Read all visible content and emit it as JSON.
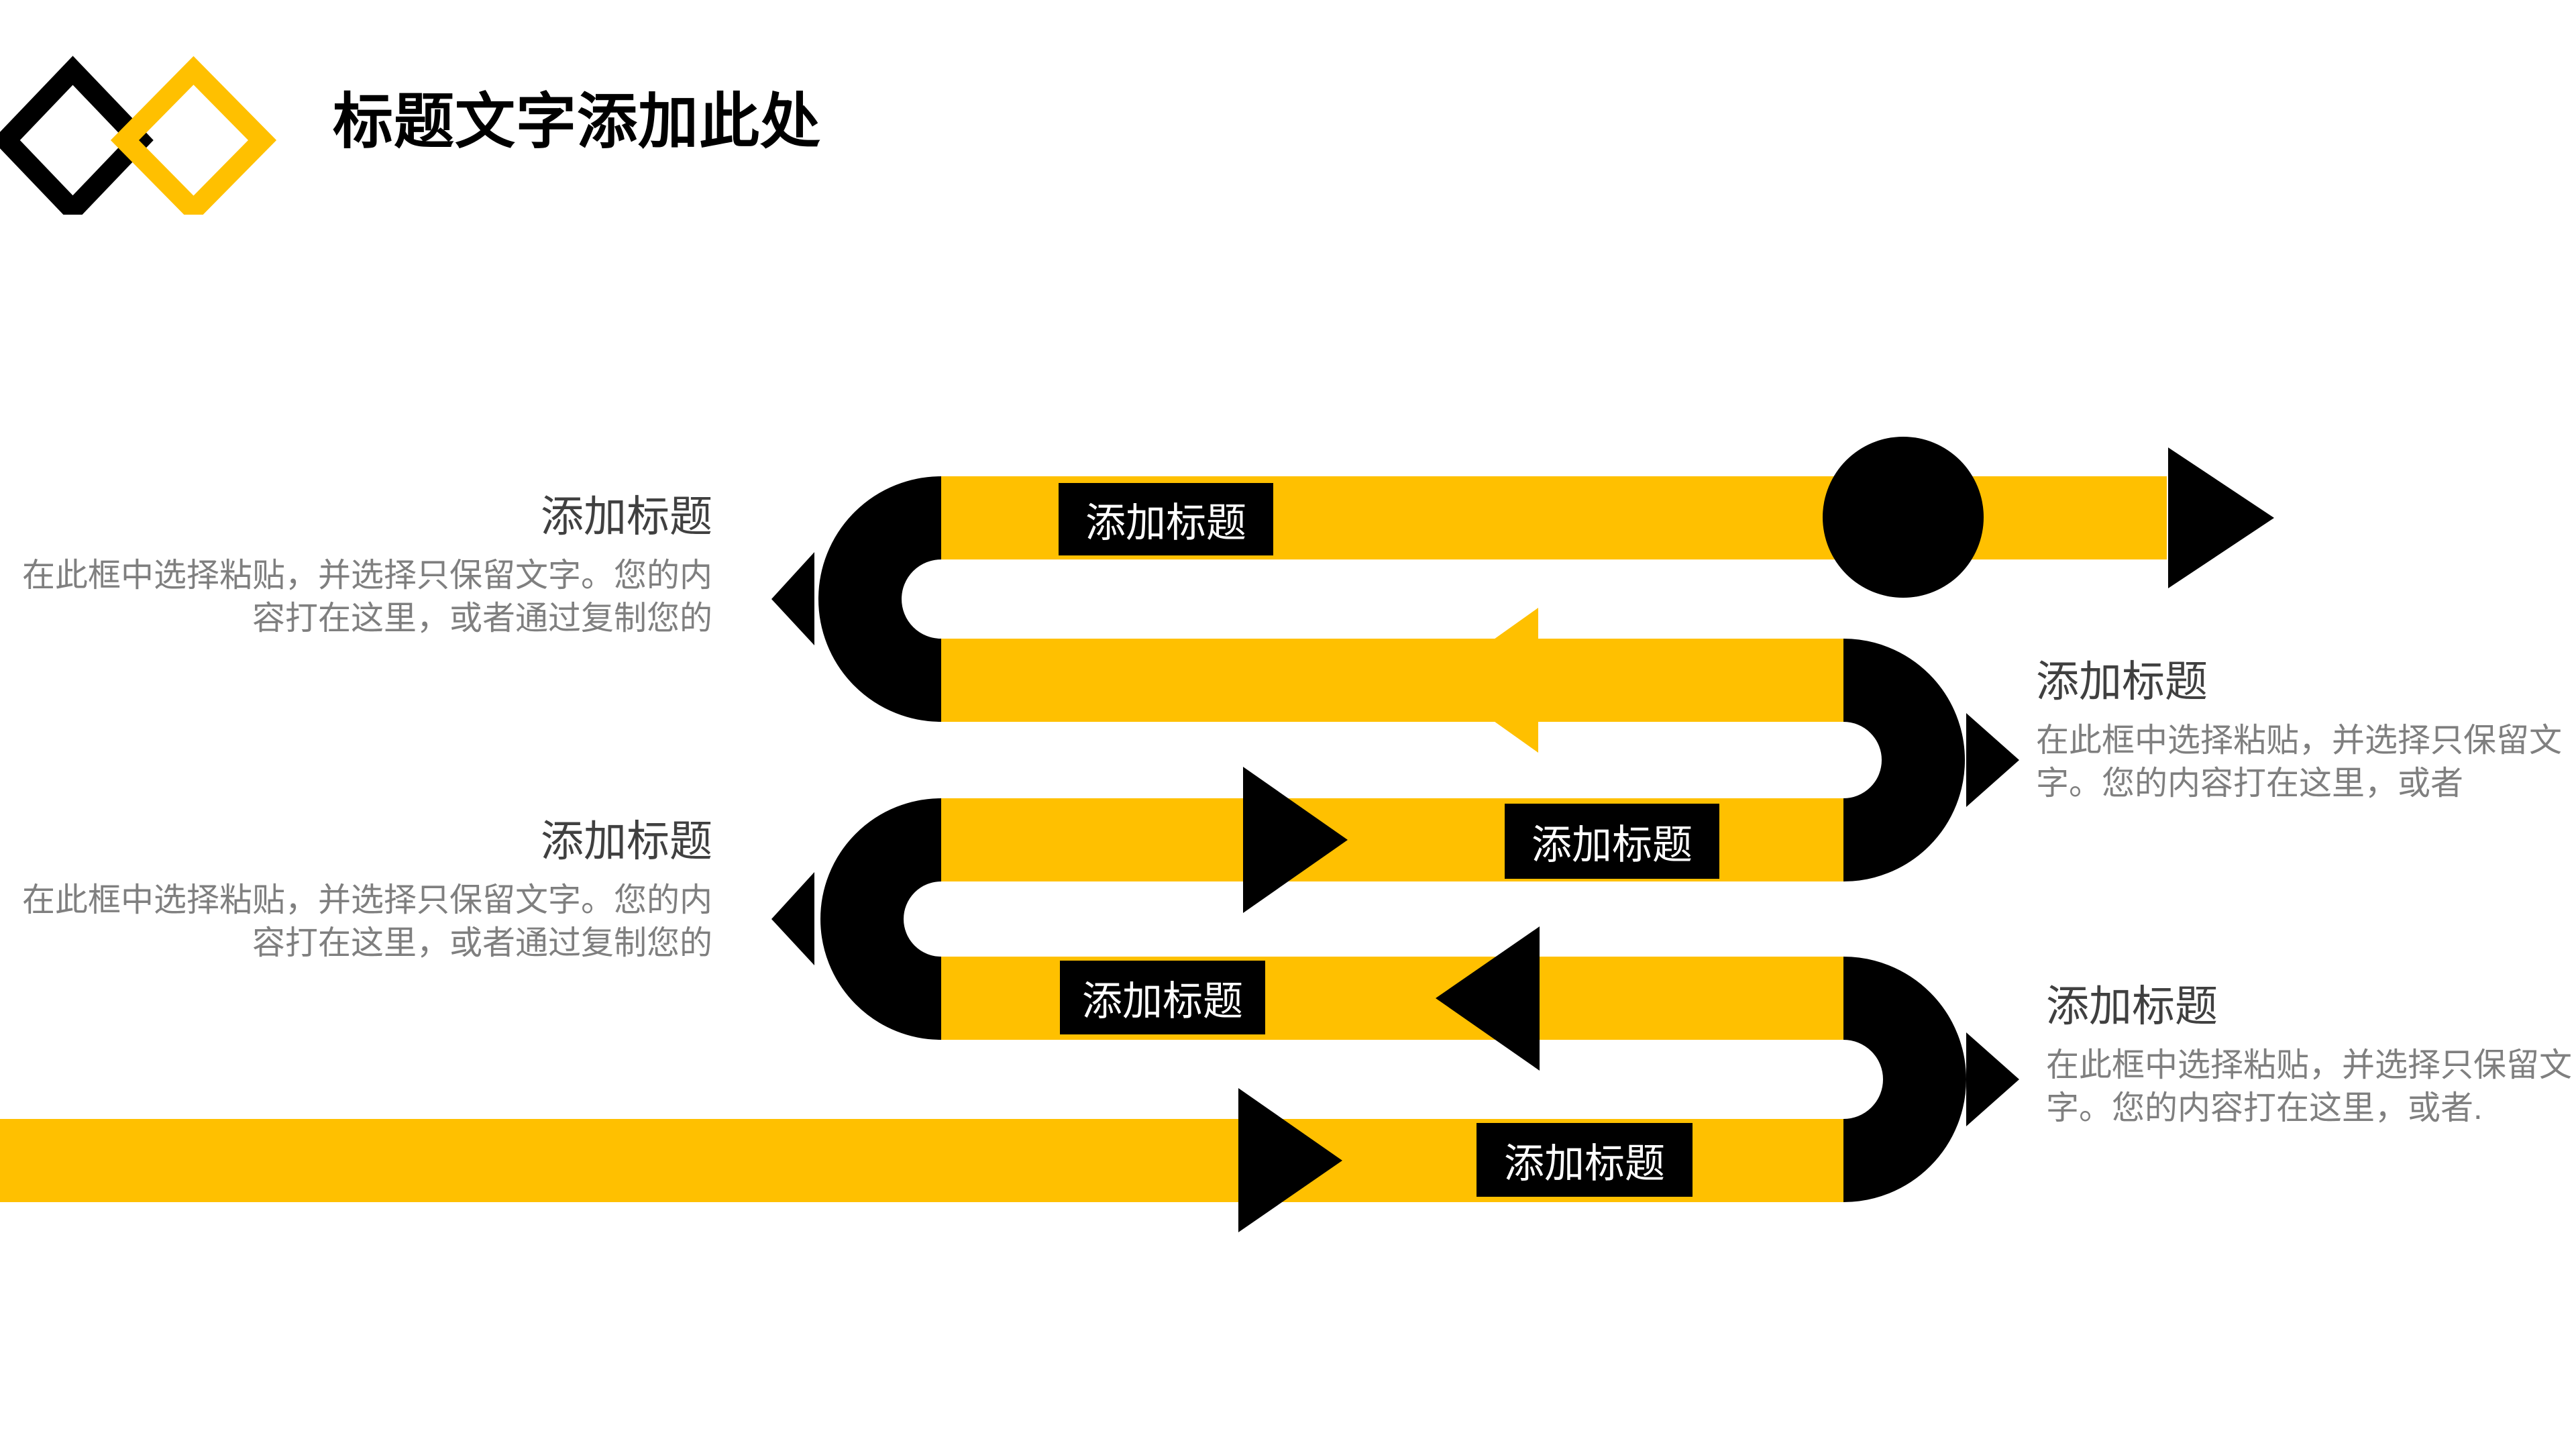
{
  "slide": {
    "title": "标题文字添加此处"
  },
  "colors": {
    "accent_yellow": "#FFC000",
    "black": "#000000",
    "heading_gray": "#404040",
    "body_gray": "#7F7F7F",
    "label_text": "#FFFFFF",
    "background": "#FFFFFF"
  },
  "logo": {
    "left_diamond": "black-outline-diamond",
    "right_diamond": "yellow-outline-diamond"
  },
  "diagram": {
    "type": "serpentine-process-flow",
    "flow_direction": "starts bottom-left, snakes upward through five bars, exits top-right",
    "node_labels": [
      "添加标题",
      "添加标题",
      "添加标题",
      "添加标题"
    ],
    "callouts": [
      {
        "side": "left",
        "title": "添加标题",
        "line1": "在此框中选择粘贴，并选择只保留文字。您的内",
        "line2": "容打在这里，或者通过复制您的"
      },
      {
        "side": "left",
        "title": "添加标题",
        "line1": "在此框中选择粘贴，并选择只保留文字。您的内",
        "line2": "容打在这里，或者通过复制您的"
      },
      {
        "side": "right",
        "title": "添加标题",
        "line1": "在此框中选择粘贴，并选择只保留文",
        "line2": "字。您的内容打在这里，或者"
      },
      {
        "side": "right",
        "title": "添加标题",
        "line1": "在此框中选择粘贴，并选择只保留文",
        "line2": "字。您的内容打在这里，或者."
      }
    ]
  }
}
